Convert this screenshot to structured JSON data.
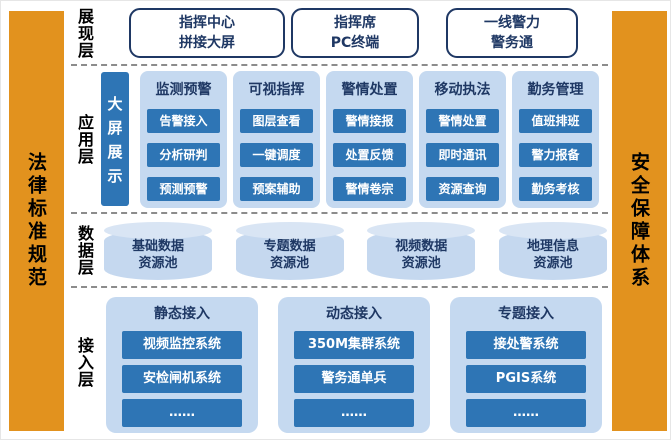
{
  "sidebars": {
    "left": "法律标准规范",
    "right": "安全保障体系"
  },
  "layer_labels": {
    "presentation": "展现层",
    "application": "应用层",
    "data": "数据层",
    "access": "接入层"
  },
  "presentation": {
    "boxes": [
      "指挥中心\n拼接大屏",
      "指挥席\nPC终端",
      "一线警力\n警务通"
    ]
  },
  "application": {
    "big_screen": "大屏展示",
    "columns": [
      {
        "header": "监测预警",
        "items": [
          "告警接入",
          "分析研判",
          "预测预警"
        ]
      },
      {
        "header": "可视指挥",
        "items": [
          "图层查看",
          "一键调度",
          "预案辅助"
        ]
      },
      {
        "header": "警情处置",
        "items": [
          "警情接报",
          "处置反馈",
          "警情卷宗"
        ]
      },
      {
        "header": "移动执法",
        "items": [
          "警情处置",
          "即时通讯",
          "资源查询"
        ]
      },
      {
        "header": "勤务管理",
        "items": [
          "值班排班",
          "警力报备",
          "勤务考核"
        ]
      }
    ]
  },
  "data_layer": {
    "pools": [
      "基础数据\n资源池",
      "专题数据\n资源池",
      "视频数据\n资源池",
      "地理信息\n资源池"
    ]
  },
  "access": {
    "groups": [
      {
        "header": "静态接入",
        "items": [
          "视频监控系统",
          "安检闸机系统",
          "……"
        ]
      },
      {
        "header": "动态接入",
        "items": [
          "350M集群系统",
          "警务通单兵",
          "……"
        ]
      },
      {
        "header": "专题接入",
        "items": [
          "接处警系统",
          "PGIS系统",
          "……"
        ]
      }
    ]
  },
  "colors": {
    "pillar_orange": "#E2921E",
    "box_blue": "#2E75B5",
    "container_light_blue": "#C5D9F0",
    "cylinder_top": "#D9E5F4",
    "navy_text": "#1F3864",
    "dash_gray": "#8C8C8C"
  }
}
